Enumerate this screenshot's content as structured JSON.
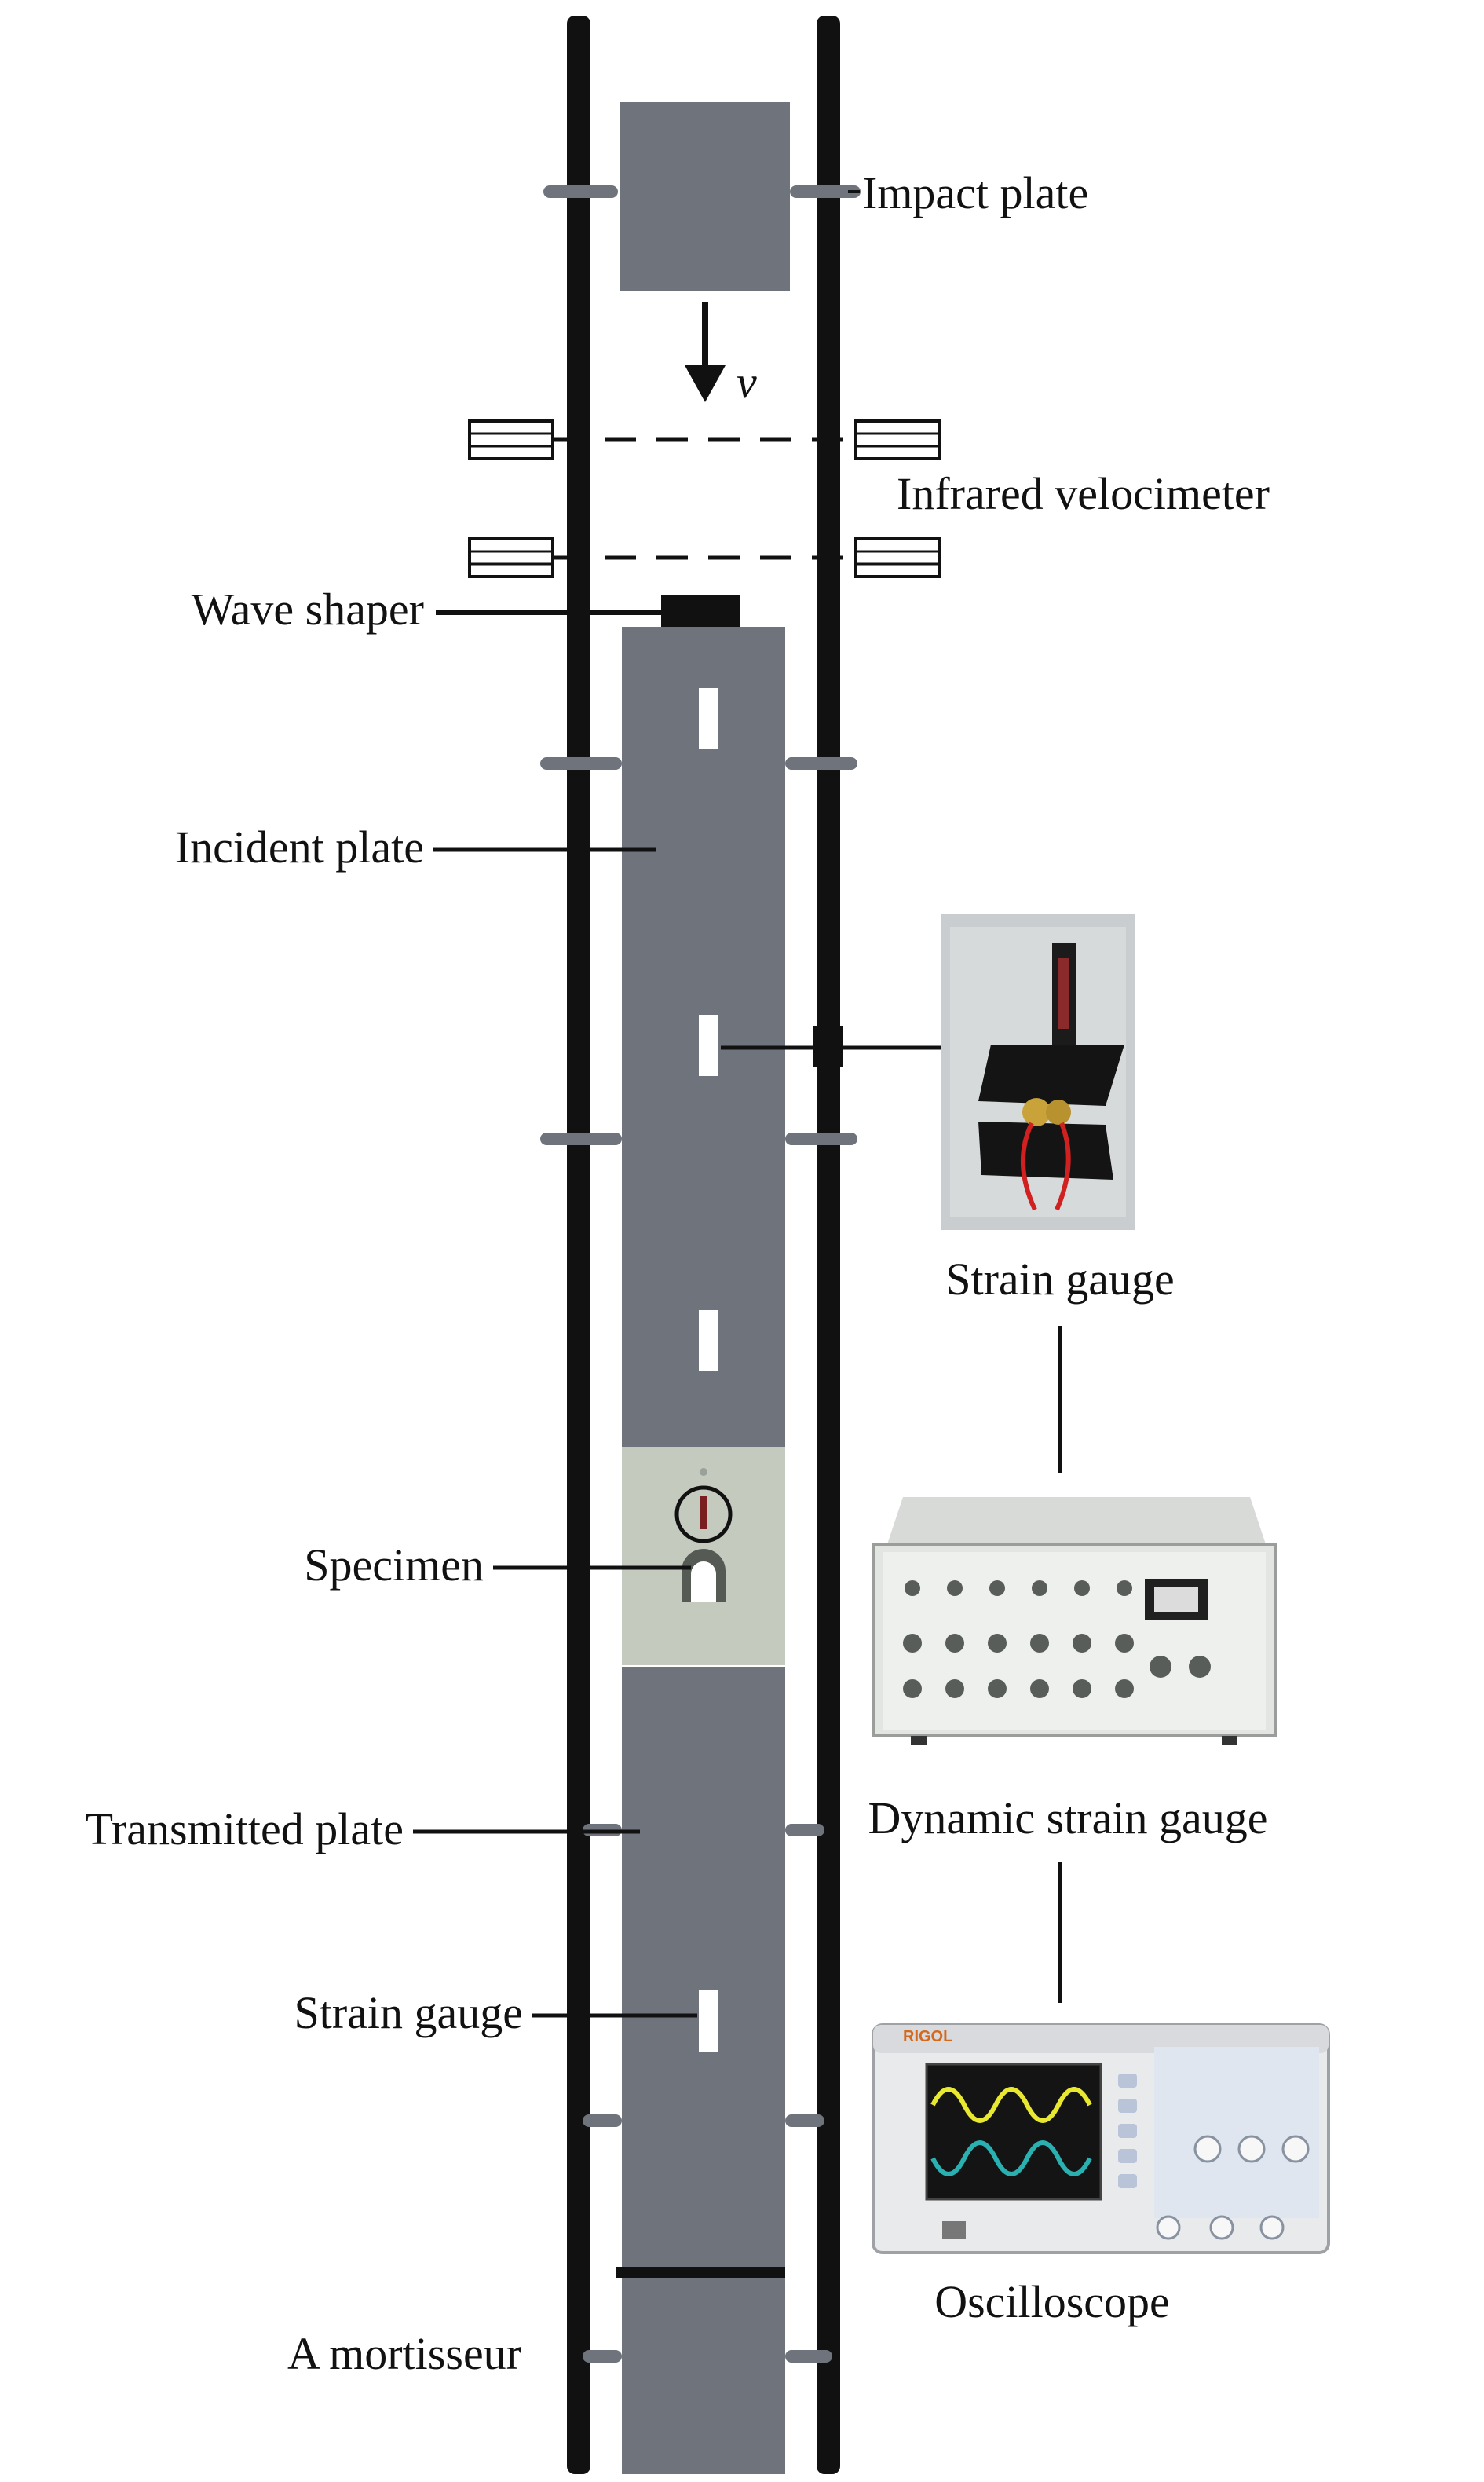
{
  "labels": {
    "impact_plate": "Impact plate",
    "velocity_symbol": "v",
    "infrared_velocimeter": "Infrared velocimeter",
    "wave_shaper": "Wave shaper",
    "incident_plate": "Incident plate",
    "specimen": "Specimen",
    "transmitted_plate": "Transmitted plate",
    "strain_gauge_left": "Strain gauge",
    "a_mortisseur": "A mortisseur"
  },
  "equipment": {
    "strain_gauge": "Strain gauge",
    "dynamic_strain_gauge": "Dynamic strain gauge",
    "oscilloscope": "Oscilloscope",
    "oscilloscope_brand": "RIGOL"
  },
  "colors": {
    "rail": "#111111",
    "plate": "#6f737c",
    "specimen": "#c4cabe",
    "background": "#ffffff"
  }
}
